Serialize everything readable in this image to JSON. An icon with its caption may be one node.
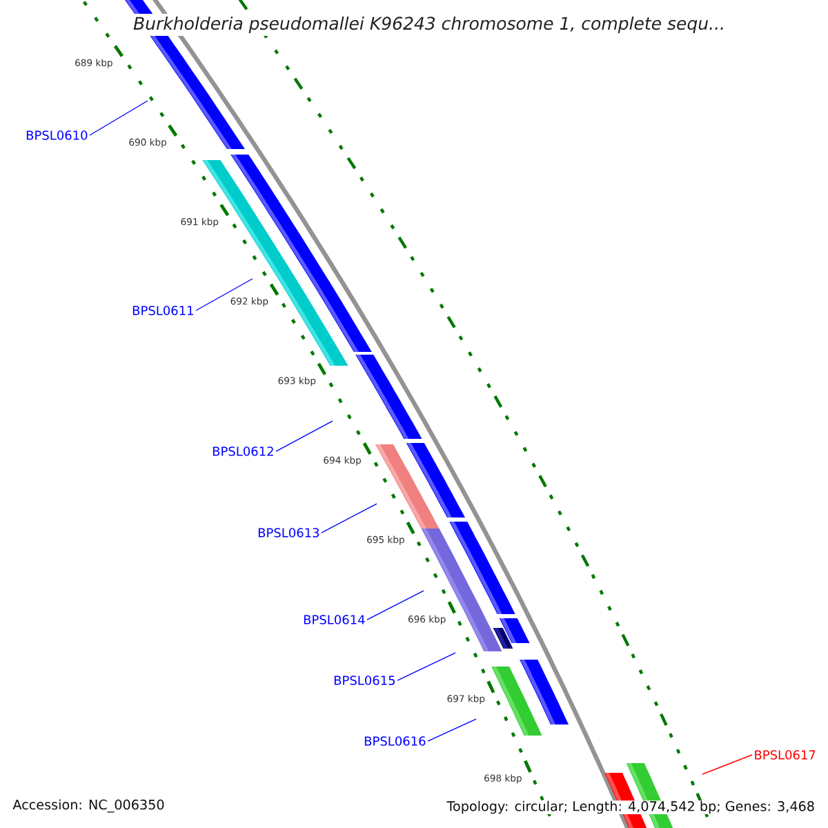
{
  "diagram": {
    "title": "Burkholderia pseudomallei K96243 chromosome 1, complete sequ...",
    "nodes": [
      {
        "text": [
          "BPSL0610"
        ]
      },
      {
        "text": [
          "BPSL0611"
        ]
      },
      {
        "text": [
          "BPSL0612"
        ]
      },
      {
        "text": [
          "BPSL0613"
        ]
      },
      {
        "text": [
          "BPSL0614"
        ]
      },
      {
        "text": [
          "BPSL0615"
        ]
      },
      {
        "text": [
          "BPSL0616"
        ]
      },
      {
        "text": [
          "BPSL0617"
        ]
      }
    ],
    "edges": [
      {
        "from": 0,
        "to": null,
        "arrow": "none"
      },
      {
        "from": 1,
        "to": null,
        "arrow": "none"
      },
      {
        "from": 2,
        "to": null,
        "arrow": "none"
      },
      {
        "from": 3,
        "to": null,
        "arrow": "none"
      },
      {
        "from": 4,
        "to": null,
        "arrow": "none"
      },
      {
        "from": 5,
        "to": null,
        "arrow": "none"
      },
      {
        "from": 6,
        "to": null,
        "arrow": "none"
      },
      {
        "from": 7,
        "to": null,
        "arrow": "none",
        "color": "#ff0000"
      }
    ],
    "labels": [
      "689 kbp",
      "690 kbp",
      "691 kbp",
      "692 kbp",
      "693 kbp",
      "694 kbp",
      "695 kbp",
      "696 kbp",
      "697 kbp",
      "698 kbp",
      "Accession: NC_006350",
      "Topology: circular; Length: 4,074,542 bp; Genes: 3,468"
    ]
  }
}
